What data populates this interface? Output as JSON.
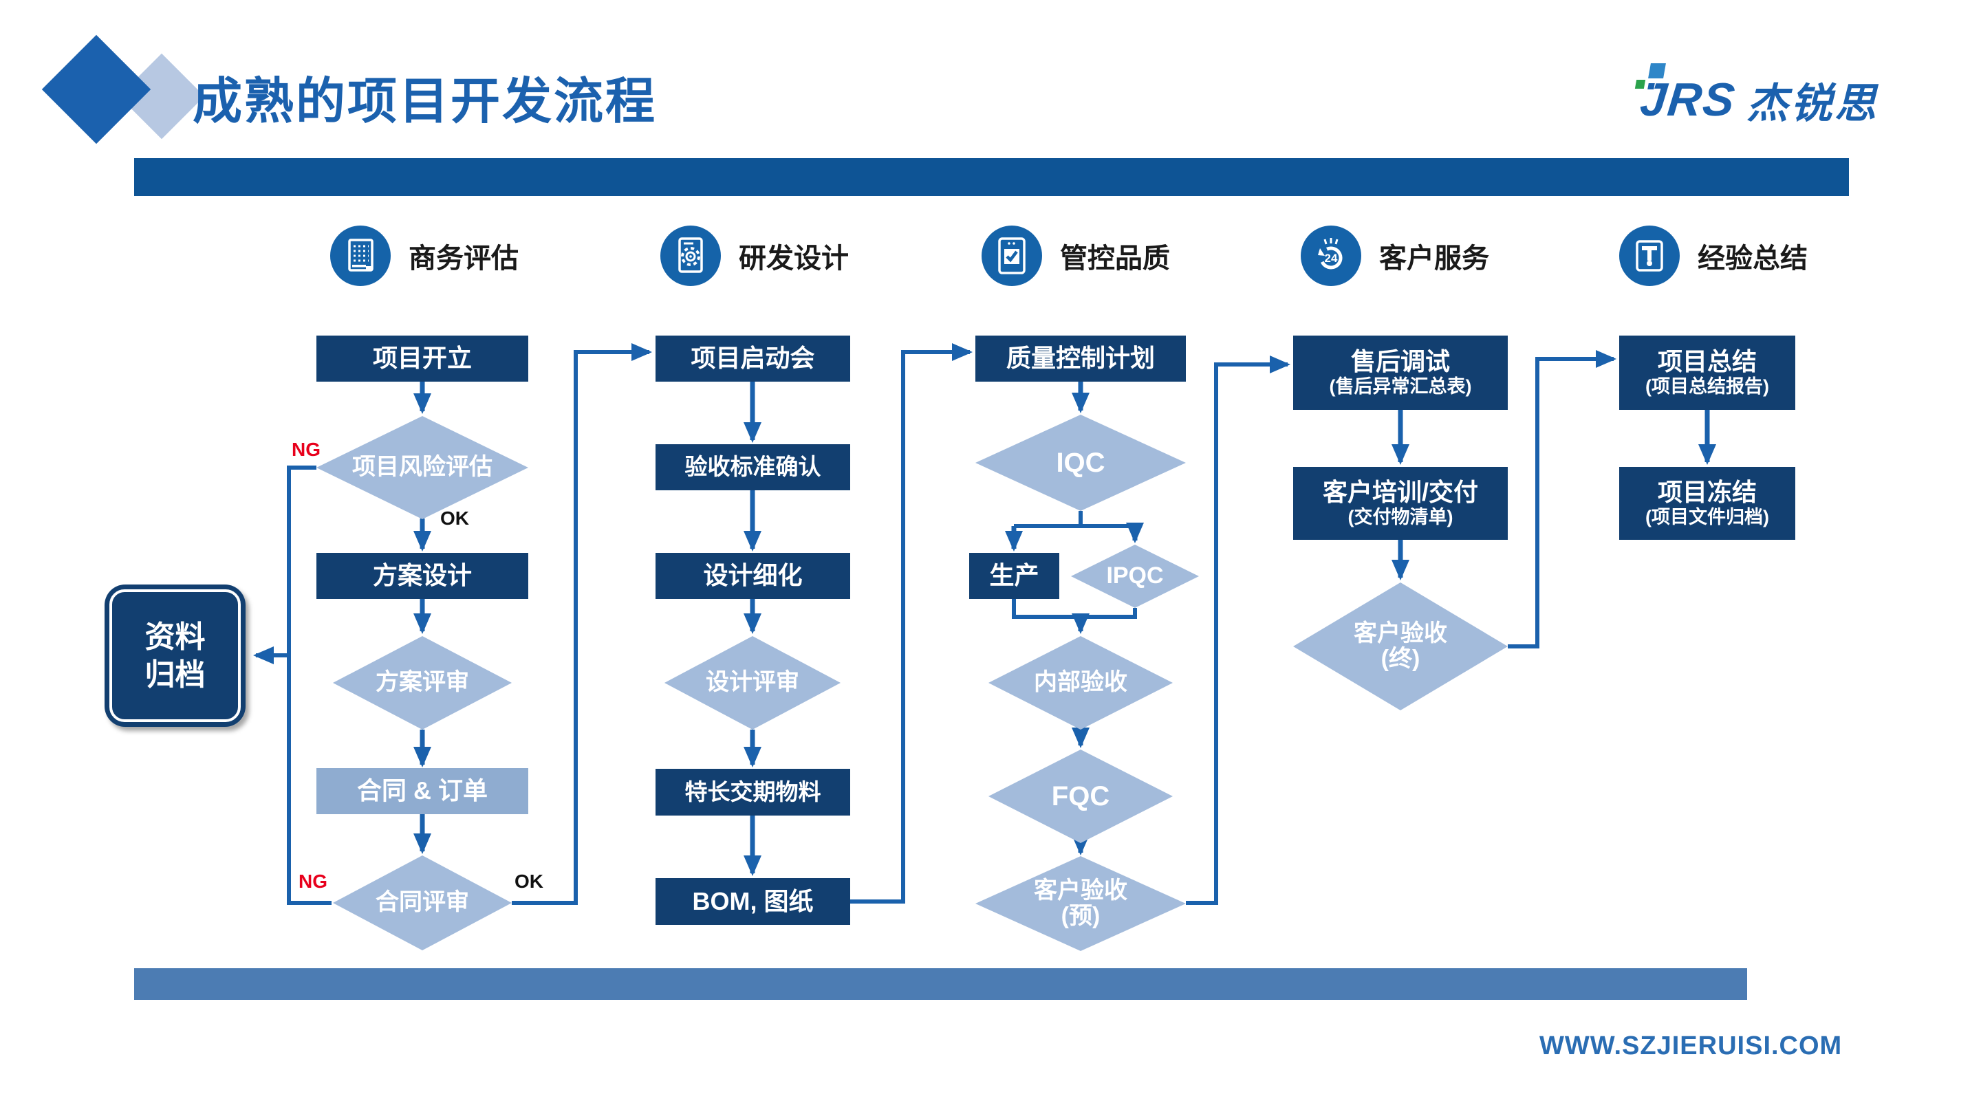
{
  "title": "成熟的项目开发流程",
  "logo": {
    "mark": "JRS",
    "name": "杰锐思"
  },
  "columns": [
    {
      "header": "商务评估",
      "icon": "calculator-icon"
    },
    {
      "header": "研发设计",
      "icon": "gear-machine-icon"
    },
    {
      "header": "管控品质",
      "icon": "checklist-icon"
    },
    {
      "header": "客户服务",
      "icon": "service-24h-icon"
    },
    {
      "header": "经验总结",
      "icon": "text-tool-icon"
    }
  ],
  "flow": {
    "project_open": "项目开立",
    "risk_review": "项目风险评估",
    "scheme_design": "方案设计",
    "scheme_review": "方案评审",
    "contract_order": "合同 & 订单",
    "contract_review": "合同评审",
    "kickoff": "项目启动会",
    "acceptance_confirm": "验收标准确认",
    "design_detail": "设计细化",
    "design_review": "设计评审",
    "long_lead": "特长交期物料",
    "bom": "BOM, 图纸",
    "quality_plan": "质量控制计划",
    "iqc": "IQC",
    "production": "生产",
    "ipqc": "IPQC",
    "internal_accept": "内部验收",
    "fqc": "FQC",
    "customer_accept_pre": "客户验收",
    "customer_accept_pre_sub": "(预)",
    "after_sales": "售后调试",
    "after_sales_sub": "(售后异常汇总表)",
    "training": "客户培训/交付",
    "training_sub": "(交付物清单)",
    "customer_accept_final": "客户验收",
    "customer_accept_final_sub": "(终)",
    "summary": "项目总结",
    "summary_sub": "(项目总结报告)",
    "freeze": "项目冻结",
    "freeze_sub": "(项目文件归档)"
  },
  "labels": {
    "ng_risk": "NG",
    "ok_risk": "OK",
    "ng_contract": "NG",
    "ok_contract": "OK"
  },
  "archive": {
    "line1": "资料",
    "line2": "归档"
  },
  "footer": {
    "url": "WWW.SZJIERUISI.COM"
  },
  "colors": {
    "navy_box": "#123F70",
    "light_diamond": "#A3BBDB",
    "light_rect": "#8FACD0",
    "connector_blue": "#1A61AC",
    "accent_blue": "#1B61AE",
    "top_bar": "#0E5495",
    "bottom_bar": "#4C7CB3",
    "icon_circle": "#1563A9",
    "ng_red": "#E8001C"
  }
}
